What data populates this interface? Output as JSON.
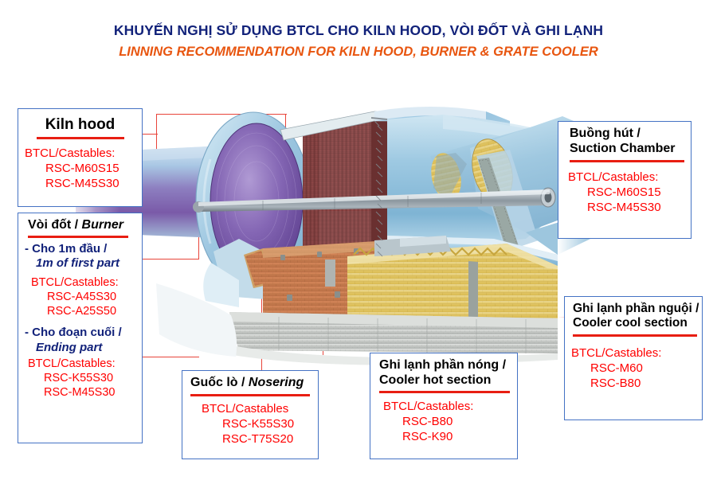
{
  "titles": {
    "vietnamese": "KHUYẾN NGHỊ SỬ DỤNG BTCL CHO KILN HOOD, VÒI ĐỐT VÀ GHI LẠNH",
    "english": "LINNING RECOMMENDATION FOR KILN HOOD, BURNER & GRATE COOLER",
    "vn_color": "#12227a",
    "en_color": "#e8550f"
  },
  "colors": {
    "accent_red": "#ff0000",
    "rule_red": "#e81e12",
    "leader_red": "#e8443a",
    "box_border_blue": "#4472c4",
    "subtext_blue": "#12227a",
    "shell_blue": "#a9cfe6",
    "refractory_orange": "#cc7d50",
    "insulation_yellow": "#e8cb6a",
    "concrete_gray": "#c9ccc9",
    "kiln_violet": "#6b4a9e"
  },
  "boxes": {
    "kiln_hood": {
      "head": "Kiln hood",
      "materials_label": "BTCL/Castables:",
      "materials": [
        "RSC-M60S15",
        "RSC-M45S30"
      ]
    },
    "burner": {
      "head_vn": "Vòi đốt / ",
      "head_en": "Burner",
      "part1_vn": "- Cho 1m đầu /",
      "part1_en": "1m of first part",
      "part1_materials_label": "BTCL/Castables:",
      "part1_materials": [
        "RSC-A45S30",
        "RSC-A25S50"
      ],
      "part2_vn": "- Cho đoạn cuối /",
      "part2_en": "Ending part",
      "part2_materials_label": "BTCL/Castables:",
      "part2_materials": [
        "RSC-K55S30",
        "RSC-M45S30"
      ]
    },
    "nosering": {
      "head_vn": "Guốc lò / ",
      "head_en": "Nosering",
      "materials_label": "BTCL/Castables",
      "materials": [
        "RSC-K55S30",
        "RSC-T75S20"
      ]
    },
    "cooler_hot": {
      "head_vn": "Ghi lạnh phần nóng /",
      "head_en": "Cooler hot section",
      "materials_label": "BTCL/Castables:",
      "materials": [
        "RSC-B80",
        "RSC-K90"
      ]
    },
    "suction_chamber": {
      "head_vn": "Buồng hút /",
      "head_en": "Suction Chamber",
      "materials_label": "BTCL/Castables:",
      "materials": [
        "RSC-M60S15",
        "RSC-M45S30"
      ]
    },
    "cooler_cool": {
      "head_vn": "Ghi lạnh phần nguội /",
      "head_en": "Cooler cool section",
      "materials_label": "BTCL/Castables:",
      "materials": [
        "RSC-M60",
        "RSC-B80"
      ]
    }
  }
}
